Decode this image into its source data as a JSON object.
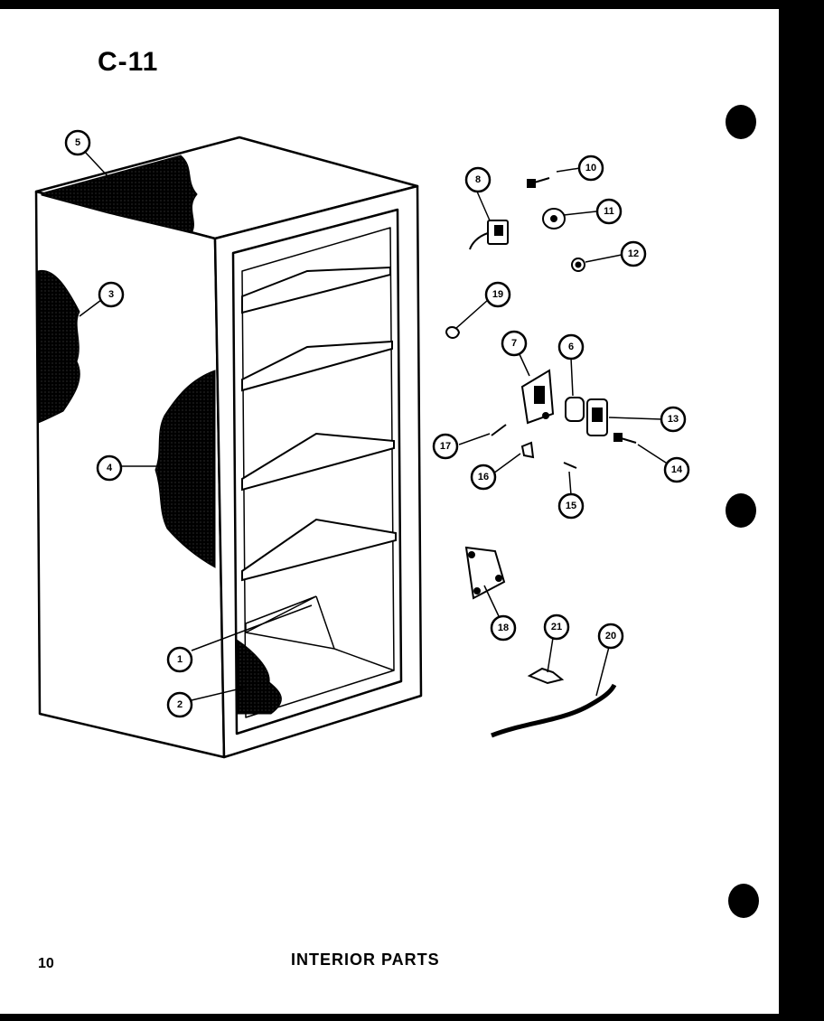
{
  "page": {
    "code": "C-11",
    "number": "10",
    "title": "INTERIOR PARTS"
  },
  "callouts": {
    "c1": "1",
    "c2": "2",
    "c3": "3",
    "c4": "4",
    "c5": "5",
    "c6": "6",
    "c7": "7",
    "c8": "8",
    "c10": "10",
    "c11": "11",
    "c12": "12",
    "c13": "13",
    "c14": "14",
    "c15": "15",
    "c16": "16",
    "c17": "17",
    "c18": "18",
    "c19": "19",
    "c20": "20",
    "c21": "21"
  }
}
